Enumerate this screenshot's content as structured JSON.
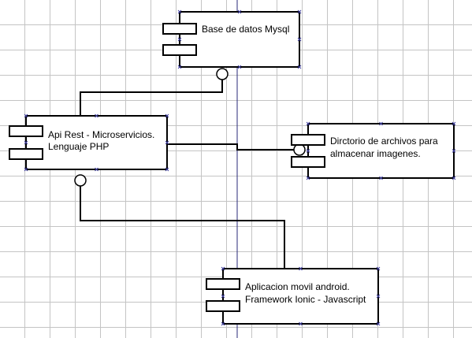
{
  "diagram": {
    "title": "",
    "components": [
      {
        "id": "db",
        "lines": [
          "Base de datos Mysql"
        ]
      },
      {
        "id": "api",
        "lines": [
          "Api Rest - Microservicios.",
          "Lenguaje PHP"
        ]
      },
      {
        "id": "dir",
        "lines": [
          "Dirctorio de archivos para",
          "almacenar imagenes."
        ]
      },
      {
        "id": "app",
        "lines": [
          "Aplicacion movil android.",
          "Framework Ionic - Javascript"
        ]
      }
    ],
    "connections": [
      {
        "from": "api",
        "to": "db",
        "kind": "interface"
      },
      {
        "from": "api",
        "to": "dir",
        "kind": "interface"
      },
      {
        "from": "app",
        "to": "api",
        "kind": "interface"
      }
    ],
    "colors": {
      "grid": "#c4c4c4",
      "guide_line": "#2a2a7a",
      "handle": "#4040a0",
      "stroke": "#000000",
      "fill": "#ffffff"
    }
  }
}
